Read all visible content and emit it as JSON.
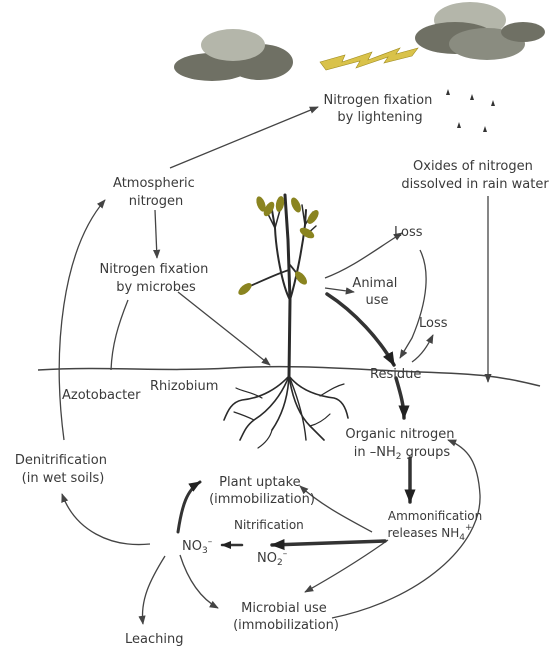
{
  "labels": {
    "nfl_1": "Nitrogen fixation",
    "nfl_2": "by lightening",
    "oxides_1": "Oxides of nitrogen",
    "oxides_2": "dissolved in rain water",
    "atm_1": "Atmospheric",
    "atm_2": "nitrogen",
    "nfm_1": "Nitrogen fixation",
    "nfm_2": "by microbes",
    "loss_top": "Loss",
    "animal_1": "Animal",
    "animal_2": "use",
    "loss_mid": "Loss",
    "residue": "Residue",
    "azotobacter": "Azotobacter",
    "rhizobium": "Rhizobium",
    "organic_1": "Organic nitrogen",
    "organic_2_pre": "in –NH",
    "organic_2_sub": "2",
    "organic_2_post": " groups",
    "denit_1": "Denitrification",
    "denit_2": "(in wet soils)",
    "plant_uptake_1": "Plant uptake",
    "plant_uptake_2": "(immobilization)",
    "ammon_1": "Ammonification",
    "ammon_2_pre": "releases NH",
    "ammon_2_sub": "4",
    "ammon_2_sup": "+",
    "nitrification": "Nitrification",
    "no3_pre": "NO",
    "no3_sub": "3",
    "no3_sup": "–",
    "no2_pre": "NO",
    "no2_sub": "2",
    "no2_sup": "–",
    "microbial_1": "Microbial use",
    "microbial_2": "(immobilization)",
    "leaching": "Leaching"
  },
  "colors": {
    "text": "#3a3a3a",
    "arrow": "#444444",
    "cloud_dark": "#6f7064",
    "cloud_mid": "#8a8c80",
    "cloud_light": "#b4b6aa",
    "lightning": "#d9c24a",
    "leaf": "#8a8420",
    "plant": "#2a2a2a"
  }
}
